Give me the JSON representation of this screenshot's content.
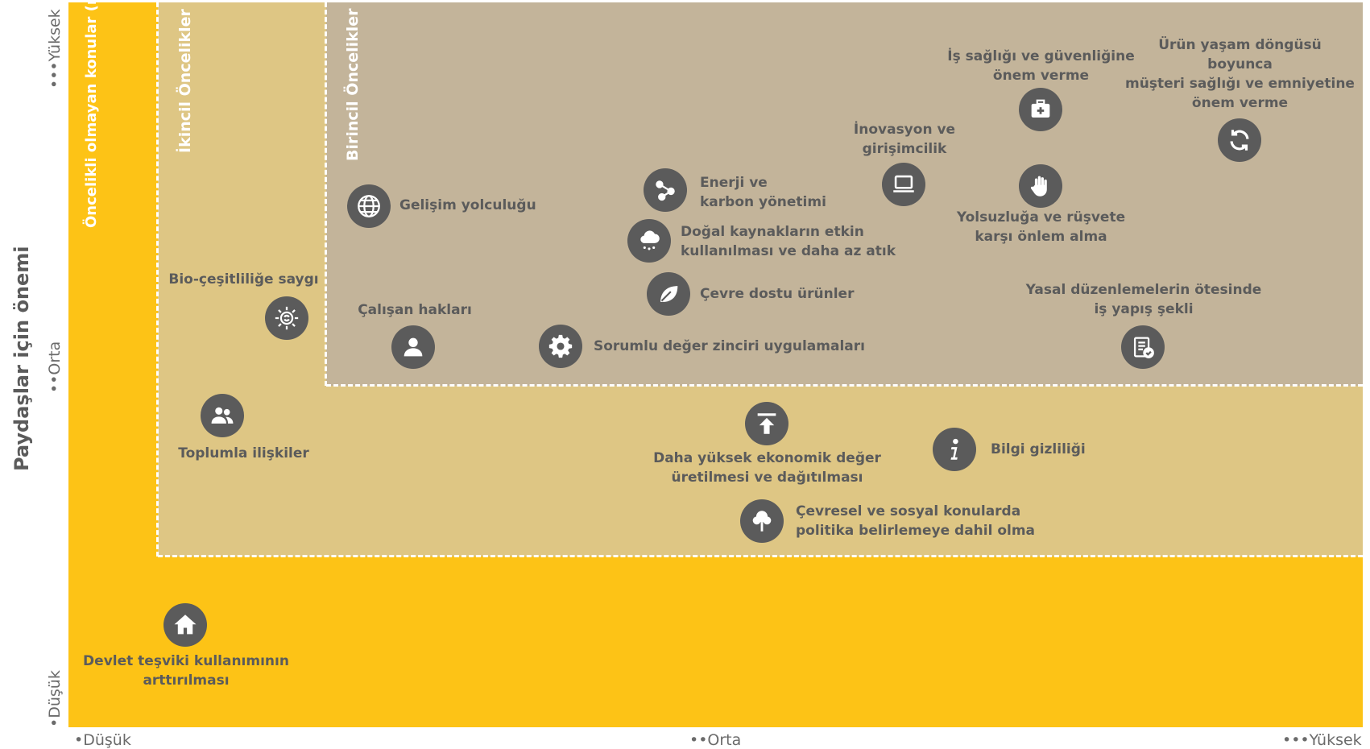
{
  "axes": {
    "y_title": "Paydaşlar için önemi",
    "y_ticks": [
      "•Düşük",
      "••Orta",
      "•••Yüksek"
    ],
    "x_ticks": [
      "•Düşük",
      "••Orta",
      "•••Yüksek"
    ]
  },
  "zones": {
    "non_priority": "Öncelikli olmayan konular\n(raporda yer almayan)",
    "secondary": "İkincil Öncelikler",
    "primary": "Birincil Öncelikler"
  },
  "colors": {
    "non_priority": "#FDC316",
    "secondary": "#DEC684",
    "primary": "#C3B49A",
    "icon": "#5B5B5B",
    "text": "#5B5B5B"
  },
  "items": {
    "gelisim": {
      "label": "Gelişim yolculuğu",
      "icon": "globe-icon"
    },
    "enerji": {
      "label": "Enerji ve\nkarbon yönetimi",
      "icon": "molecule-icon"
    },
    "dogal": {
      "label": "Doğal kaynakların etkin\nkullanılması ve daha az atık",
      "icon": "rain-cloud-icon"
    },
    "cevre_dostu": {
      "label": "Çevre dostu ürünler",
      "icon": "leaf-icon"
    },
    "inovasyon": {
      "label": "İnovasyon ve\ngirişimcilik",
      "icon": "laptop-icon"
    },
    "is_sagligi": {
      "label": "İş sağlığı ve güvenliğine\nönem verme",
      "icon": "first-aid-icon"
    },
    "urun": {
      "label": "Ürün yaşam döngüsü\nboyunca\nmüşteri sağlığı ve emniyetine\nönem verme",
      "icon": "refresh-icon"
    },
    "yolsuzluk": {
      "label": "Yolsuzluğa ve rüşvete\nkarşı önlem alma",
      "icon": "hand-stop-icon"
    },
    "yasal": {
      "label": "Yasal düzenlemelerin ötesinde\niş yapış şekli",
      "icon": "checklist-icon"
    },
    "sorumlu": {
      "label": "Sorumlu değer zinciri uygulamaları",
      "icon": "gear-icon"
    },
    "calisan": {
      "label": "Çalışan hakları",
      "icon": "person-icon"
    },
    "bio": {
      "label": "Bio-çeşitliliğe saygı",
      "icon": "sun-recycle-icon"
    },
    "toplum": {
      "label": "Toplumla ilişkiler",
      "icon": "people-icon"
    },
    "ekonomik": {
      "label": "Daha yüksek ekonomik değer\nüretilmesi ve dağıtılması",
      "icon": "upload-arrow-icon"
    },
    "bilgi": {
      "label": "Bilgi gizliliği",
      "icon": "info-icon"
    },
    "politika": {
      "label": "Çevresel ve sosyal konularda\npolitika belirlemeye dahil olma",
      "icon": "tree-icon"
    },
    "devlet": {
      "label": "Devlet teşviki kullanımının\narttırılması",
      "icon": "home-icon"
    }
  }
}
